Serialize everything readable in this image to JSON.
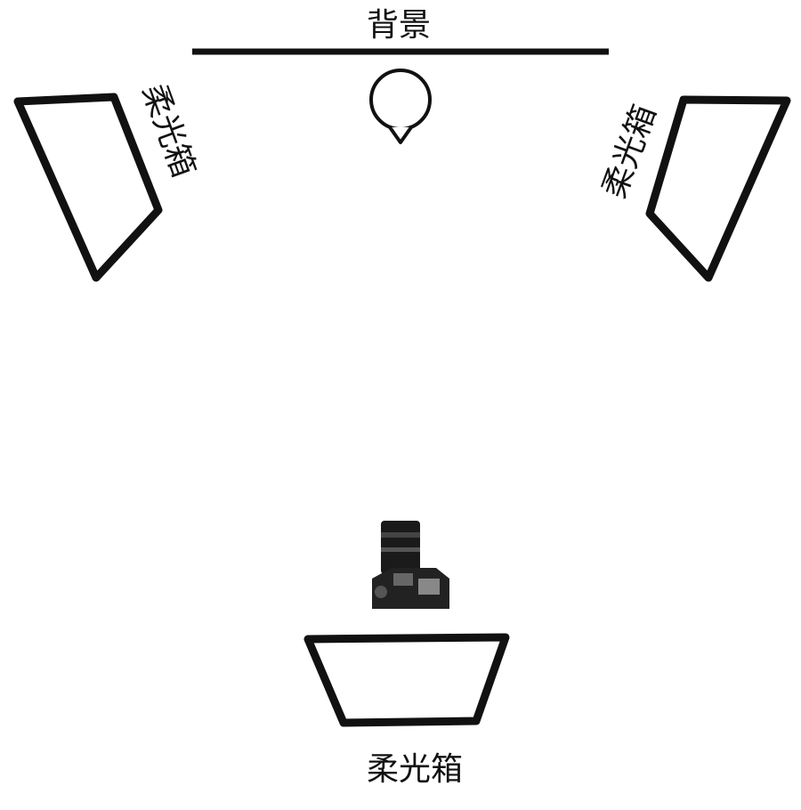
{
  "background_label": "背景",
  "softbox_left_label": "柔光箱",
  "softbox_right_label": "柔光箱",
  "softbox_bottom_label": "柔光箱",
  "colors": {
    "stroke": "#111111",
    "background": "#ffffff"
  },
  "icons": {
    "subject": "subject-circle-icon",
    "camera": "dslr-camera-icon"
  }
}
